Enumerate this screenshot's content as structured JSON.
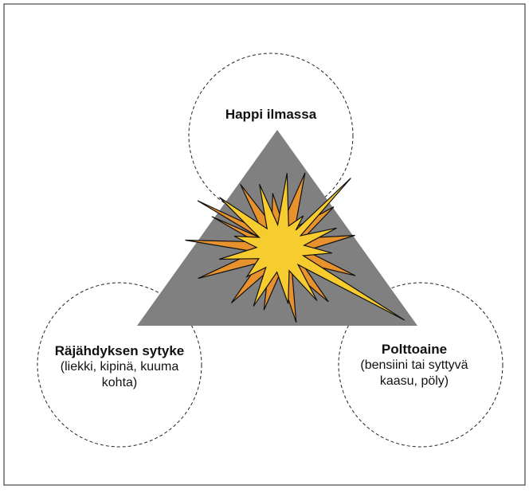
{
  "diagram": {
    "top": {
      "title": "Happi ilmassa"
    },
    "left": {
      "title": "Räjähdyksen sytyke",
      "subtitle": "(liekki, kipinä, kuuma kohta)"
    },
    "right": {
      "title": "Polttoaine",
      "subtitle": "(bensiini tai syttyvä kaasu, pöly)"
    }
  },
  "colors": {
    "border": "#444444",
    "triangle": "#808080",
    "spikes_back": "#E8922E",
    "spikes_front": "#F7CC2E",
    "outline": "#111111"
  }
}
